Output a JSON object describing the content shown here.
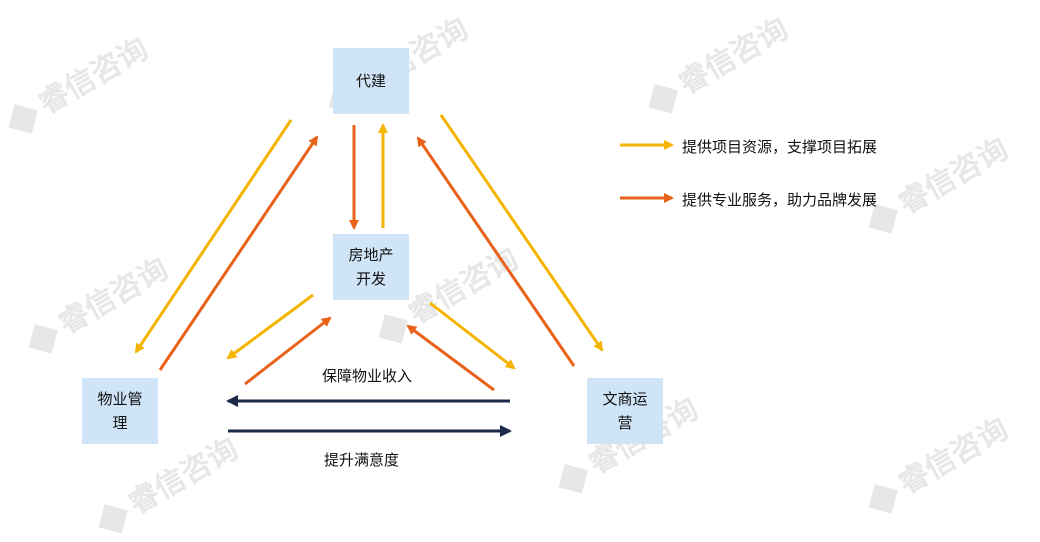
{
  "colors": {
    "yellow": "#f5b400",
    "orange": "#e8621a",
    "navy": "#1b2a4a",
    "node_fill": "#cfe4f6"
  },
  "nodes": {
    "daijian": "代建",
    "fdc_line1": "房地产",
    "fdc_line2": "开发",
    "wuye_line1": "物业管",
    "wuye_line2": "理",
    "wsy_line1": "文商运",
    "wsy_line2": "营"
  },
  "labels": {
    "baozhang": "保障物业收入",
    "tisheng": "提升满意度"
  },
  "legend": {
    "yellow_text": "提供项目资源，支撑项目拓展",
    "orange_text": "提供专业服务，助力品牌发展"
  },
  "watermark": "睿信咨询"
}
